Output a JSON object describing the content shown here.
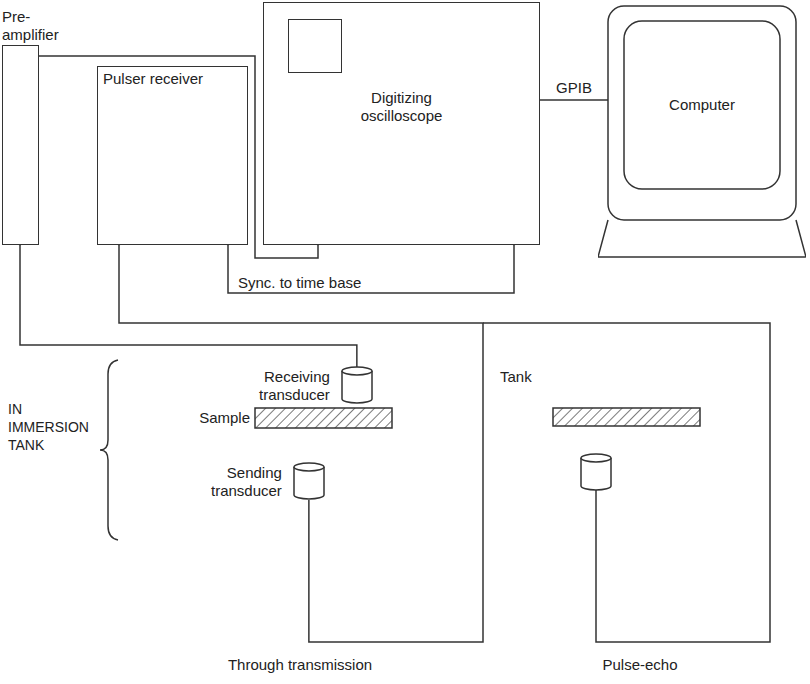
{
  "diagram": {
    "nodes": [
      {
        "text": [
          "Pre- amplifier"
        ]
      },
      {
        "text": [
          "Pulser receiver"
        ]
      },
      {
        "text": [
          "Digitizing oscilloscope"
        ]
      },
      {
        "text": [
          "Computer"
        ]
      },
      {
        "text": [
          "Receiving transducer"
        ]
      },
      {
        "text": [
          "Sending transducer"
        ]
      }
    ],
    "edges": [
      {
        "from": 0,
        "to": 2,
        "arrow": "none"
      },
      {
        "from": 1,
        "to": 2,
        "label": "Sync. to time base",
        "arrow": "none"
      },
      {
        "from": 2,
        "to": 3,
        "label": "GPIB",
        "arrow": "none"
      },
      {
        "from": 0,
        "to": 4,
        "arrow": "none"
      },
      {
        "from": 1,
        "to": 5,
        "arrow": "none"
      }
    ],
    "labels": [
      "Tank",
      "IN IMMERSION TANK",
      "Sample",
      "Through transmission",
      "Pulse-echo"
    ]
  }
}
